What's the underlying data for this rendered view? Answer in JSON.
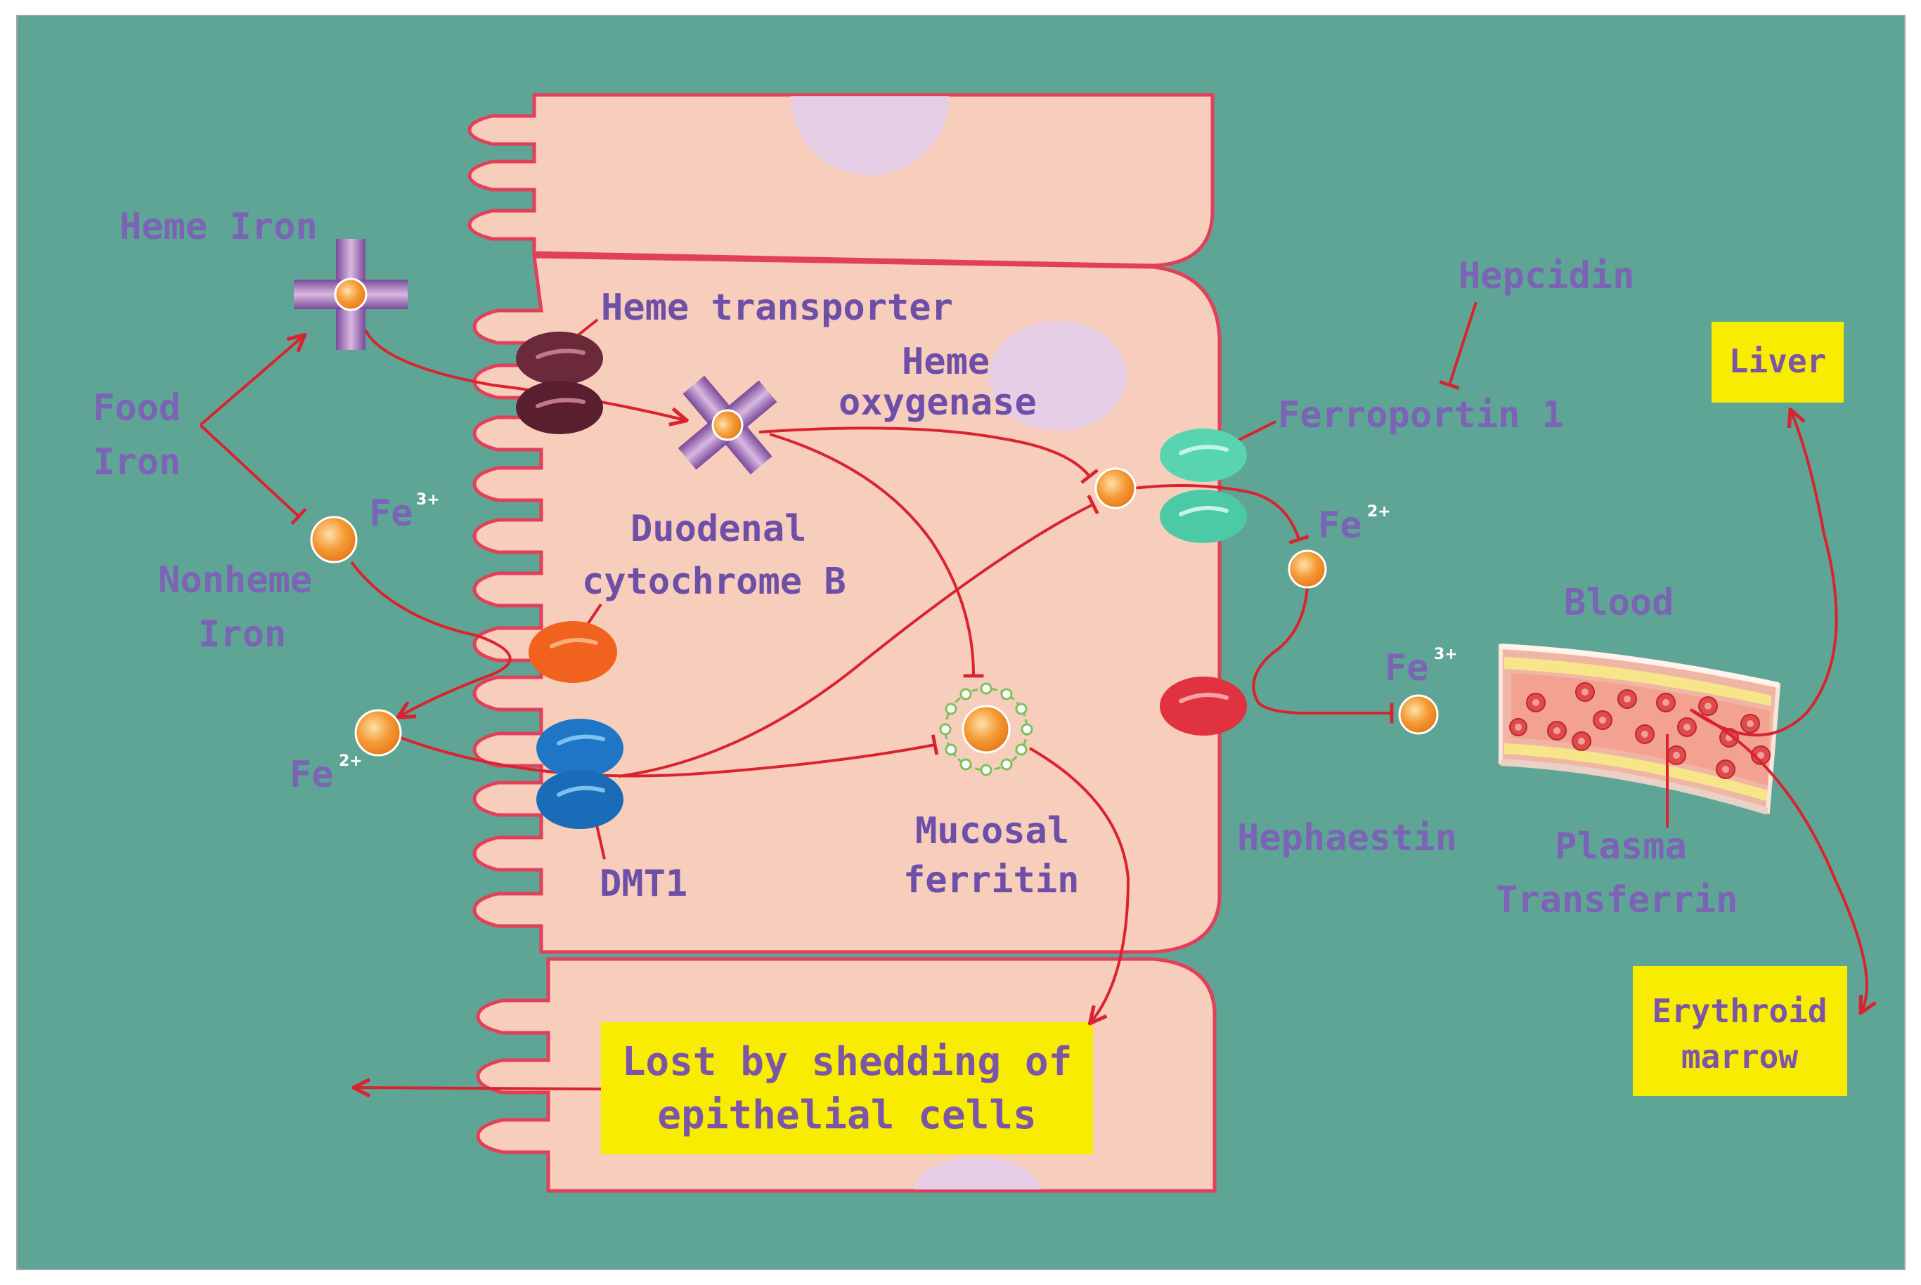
{
  "labels": {
    "heme_iron": "Heme Iron",
    "food_iron_1": "Food",
    "food_iron_2": "Iron",
    "fe3_left": "Fe",
    "fe3_left_sup": "3+",
    "nonheme_1": "Nonheme",
    "nonheme_2": "Iron",
    "fe2_left": "Fe",
    "fe2_left_sup": "2+",
    "heme_transporter": "Heme transporter",
    "heme_oxygenase_1": "Heme",
    "heme_oxygenase_2": "oxygenase",
    "duodenal_1": "Duodenal",
    "duodenal_2": "cytochrome B",
    "dmt1": "DMT1",
    "mucosal_ferritin_1": "Mucosal",
    "mucosal_ferritin_2": "ferritin",
    "hepcidin": "Hepcidin",
    "ferroportin": "Ferroportin 1",
    "fe2_right": "Fe",
    "fe2_right_sup": "2+",
    "fe3_right": "Fe",
    "fe3_right_sup": "3+",
    "hephaestin": "Hephaestin",
    "blood": "Blood",
    "plasma_1": "Plasma",
    "plasma_2": "Transferrin",
    "liver": "Liver",
    "erythroid_1": "Erythroid",
    "erythroid_2": "marrow",
    "lost_1": "Lost by shedding of",
    "lost_2": "epithelial cells"
  },
  "colors": {
    "background": "#5fa596",
    "cell_fill": "#f7cdbc",
    "cell_stroke": "#e2405a",
    "nucleus": "#e6cfe6",
    "arrow": "#d9232e",
    "label_purple": "#7b63b5",
    "yellow_box": "#f8ec00",
    "iron_orange": "#f39a3c",
    "heme_transporter": "#6b2a3a",
    "duodenal_cytb": "#f0621e",
    "dmt1": "#1f76c6",
    "ferroportin": "#58d4b0",
    "hephaestin": "#e0323f",
    "ferritin_ring": "#7cc25a"
  }
}
